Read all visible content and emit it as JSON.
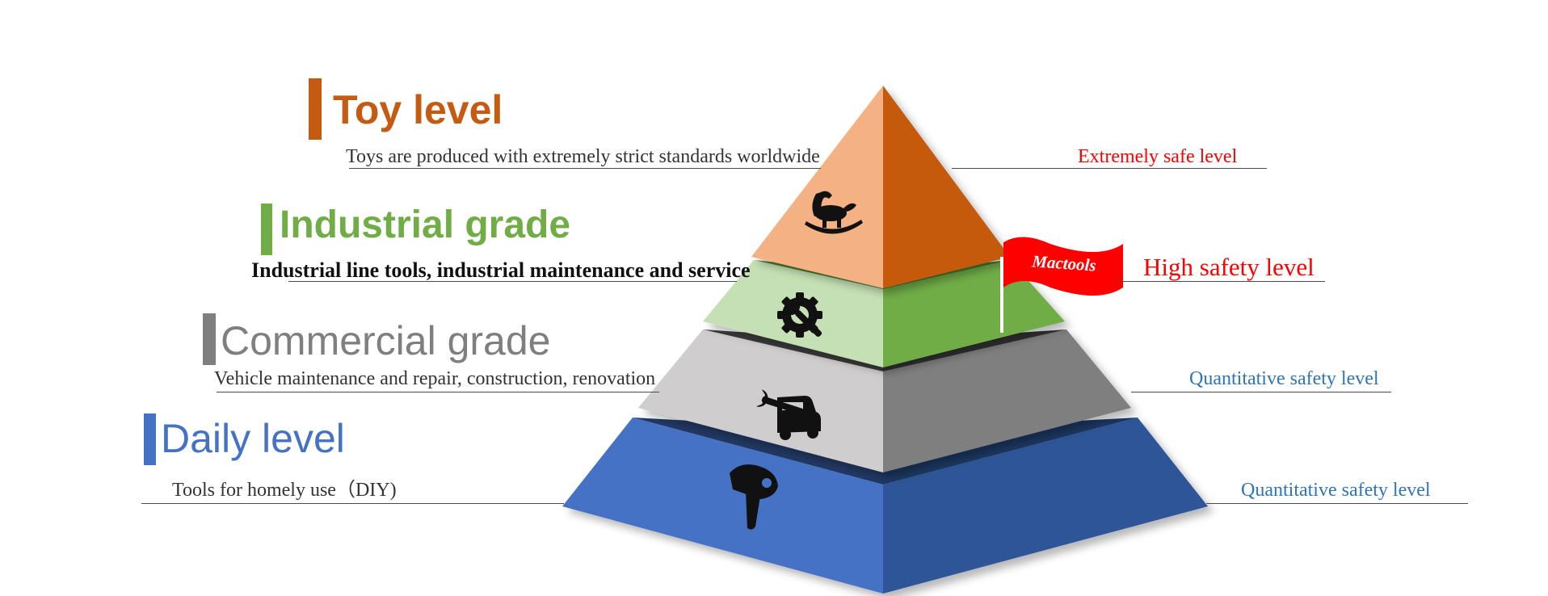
{
  "levels": [
    {
      "title": "Toy level",
      "description": "Toys are produced with extremely strict standards worldwide",
      "safety": "Extremely safe level",
      "color": "#c55a11",
      "safety_color": "#ff0000",
      "icon": "rocking-horse-icon"
    },
    {
      "title": "Industrial grade",
      "description": "Industrial line tools, industrial maintenance and service",
      "safety": "High safety level",
      "color": "#70ad47",
      "safety_color": "#ff0000",
      "icon": "gear-wrench-icon"
    },
    {
      "title": "Commercial grade",
      "description": "Vehicle maintenance and repair, construction, renovation",
      "safety": "Quantitative safety level",
      "color": "#7f7f7f",
      "safety_color": "#2e75b6",
      "icon": "car-repair-icon"
    },
    {
      "title": "Daily level",
      "description": "Tools for homely use（DIY)",
      "safety": "Quantitative safety level",
      "color": "#4472c4",
      "safety_color": "#2e75b6",
      "icon": "hair-dryer-icon"
    }
  ],
  "flag": {
    "brand": "Mactools",
    "color": "#ff0000"
  }
}
